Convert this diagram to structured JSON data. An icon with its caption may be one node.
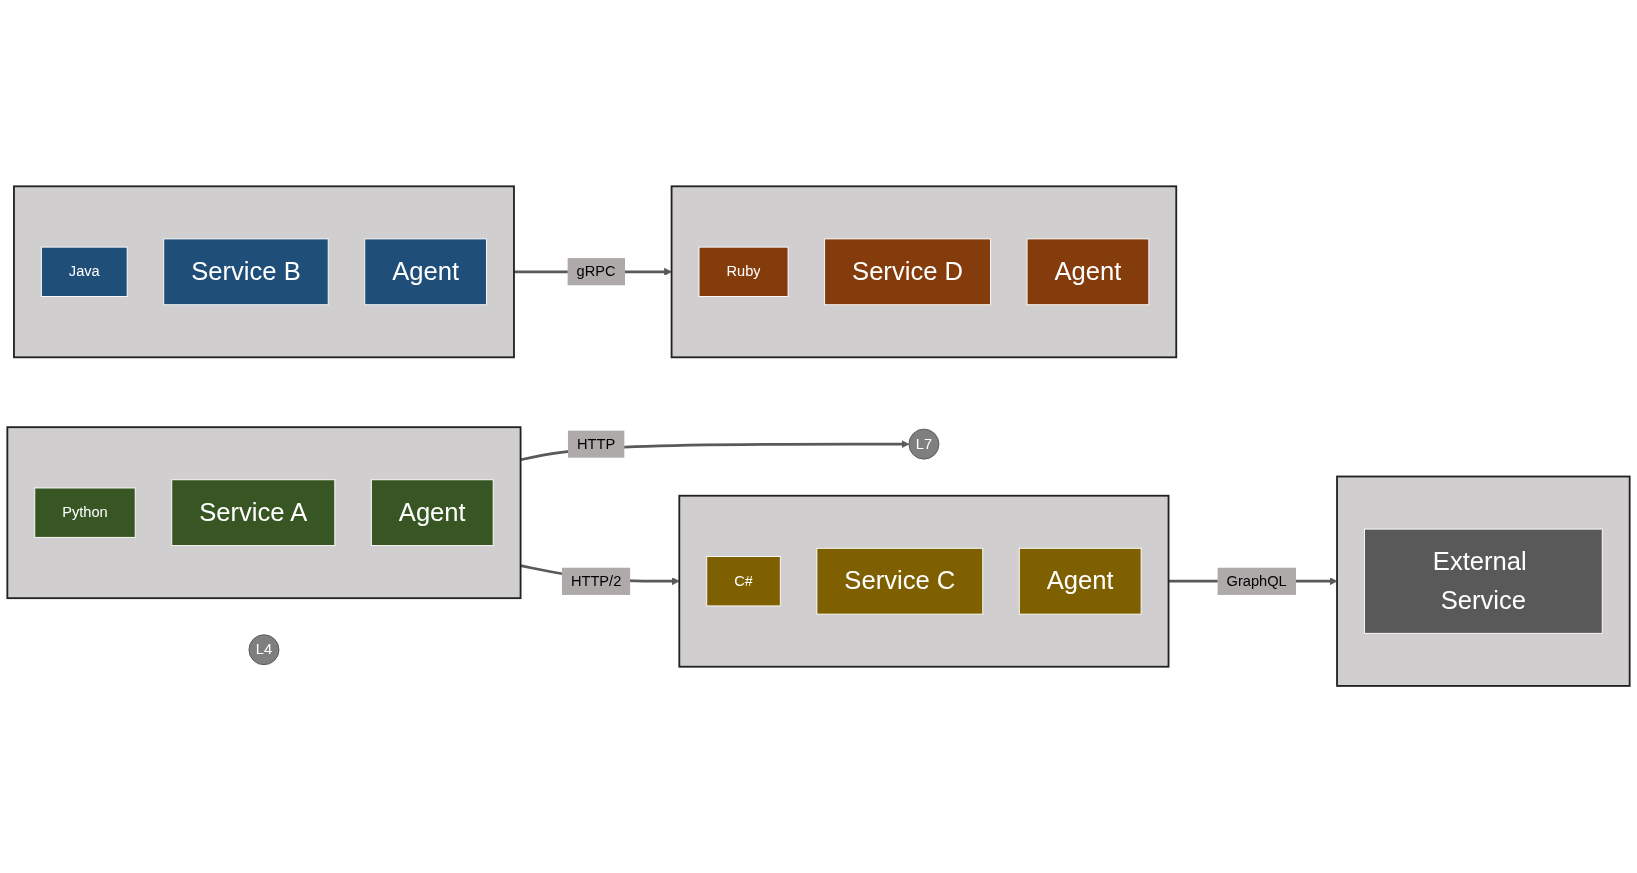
{
  "diagram": {
    "nodes": [
      {
        "text": [],
        "shape": "box"
      },
      {
        "text": [
          "Python"
        ],
        "in": 0
      },
      {
        "text": [
          "Service A"
        ],
        "in": 0
      },
      {
        "text": [
          "Agent"
        ],
        "in": 0
      },
      {
        "text": [
          "L4"
        ]
      },
      {
        "text": [
          "L7"
        ]
      },
      {
        "text": [],
        "shape": "box"
      },
      {
        "text": [
          "Java"
        ],
        "in": 6
      },
      {
        "text": [
          "Service B"
        ],
        "in": 6
      },
      {
        "text": [
          "Agent"
        ],
        "in": 6
      },
      {
        "text": [],
        "shape": "box"
      },
      {
        "text": [
          "Ruby"
        ],
        "in": 10
      },
      {
        "text": [
          "Service D"
        ],
        "in": 10
      },
      {
        "text": [
          "Agent"
        ],
        "in": 10
      },
      {
        "text": [],
        "shape": "box"
      },
      {
        "text": [
          "C#"
        ],
        "in": 14
      },
      {
        "text": [
          "Service C"
        ],
        "in": 14
      },
      {
        "text": [
          "Agent"
        ],
        "in": 14
      },
      {
        "text": [],
        "shape": "box"
      },
      {
        "text": [
          "External Service"
        ],
        "in": 18
      }
    ],
    "edges": [
      {
        "from": 0,
        "to": 5,
        "arrow": "to",
        "label": "HTTP"
      },
      {
        "from": 0,
        "to": 14,
        "arrow": "to",
        "label": "HTTP/2"
      },
      {
        "from": 6,
        "to": 10,
        "arrow": "to",
        "label": "gRPC"
      },
      {
        "from": 14,
        "to": 18,
        "arrow": "to",
        "label": "GraphQL"
      }
    ]
  }
}
